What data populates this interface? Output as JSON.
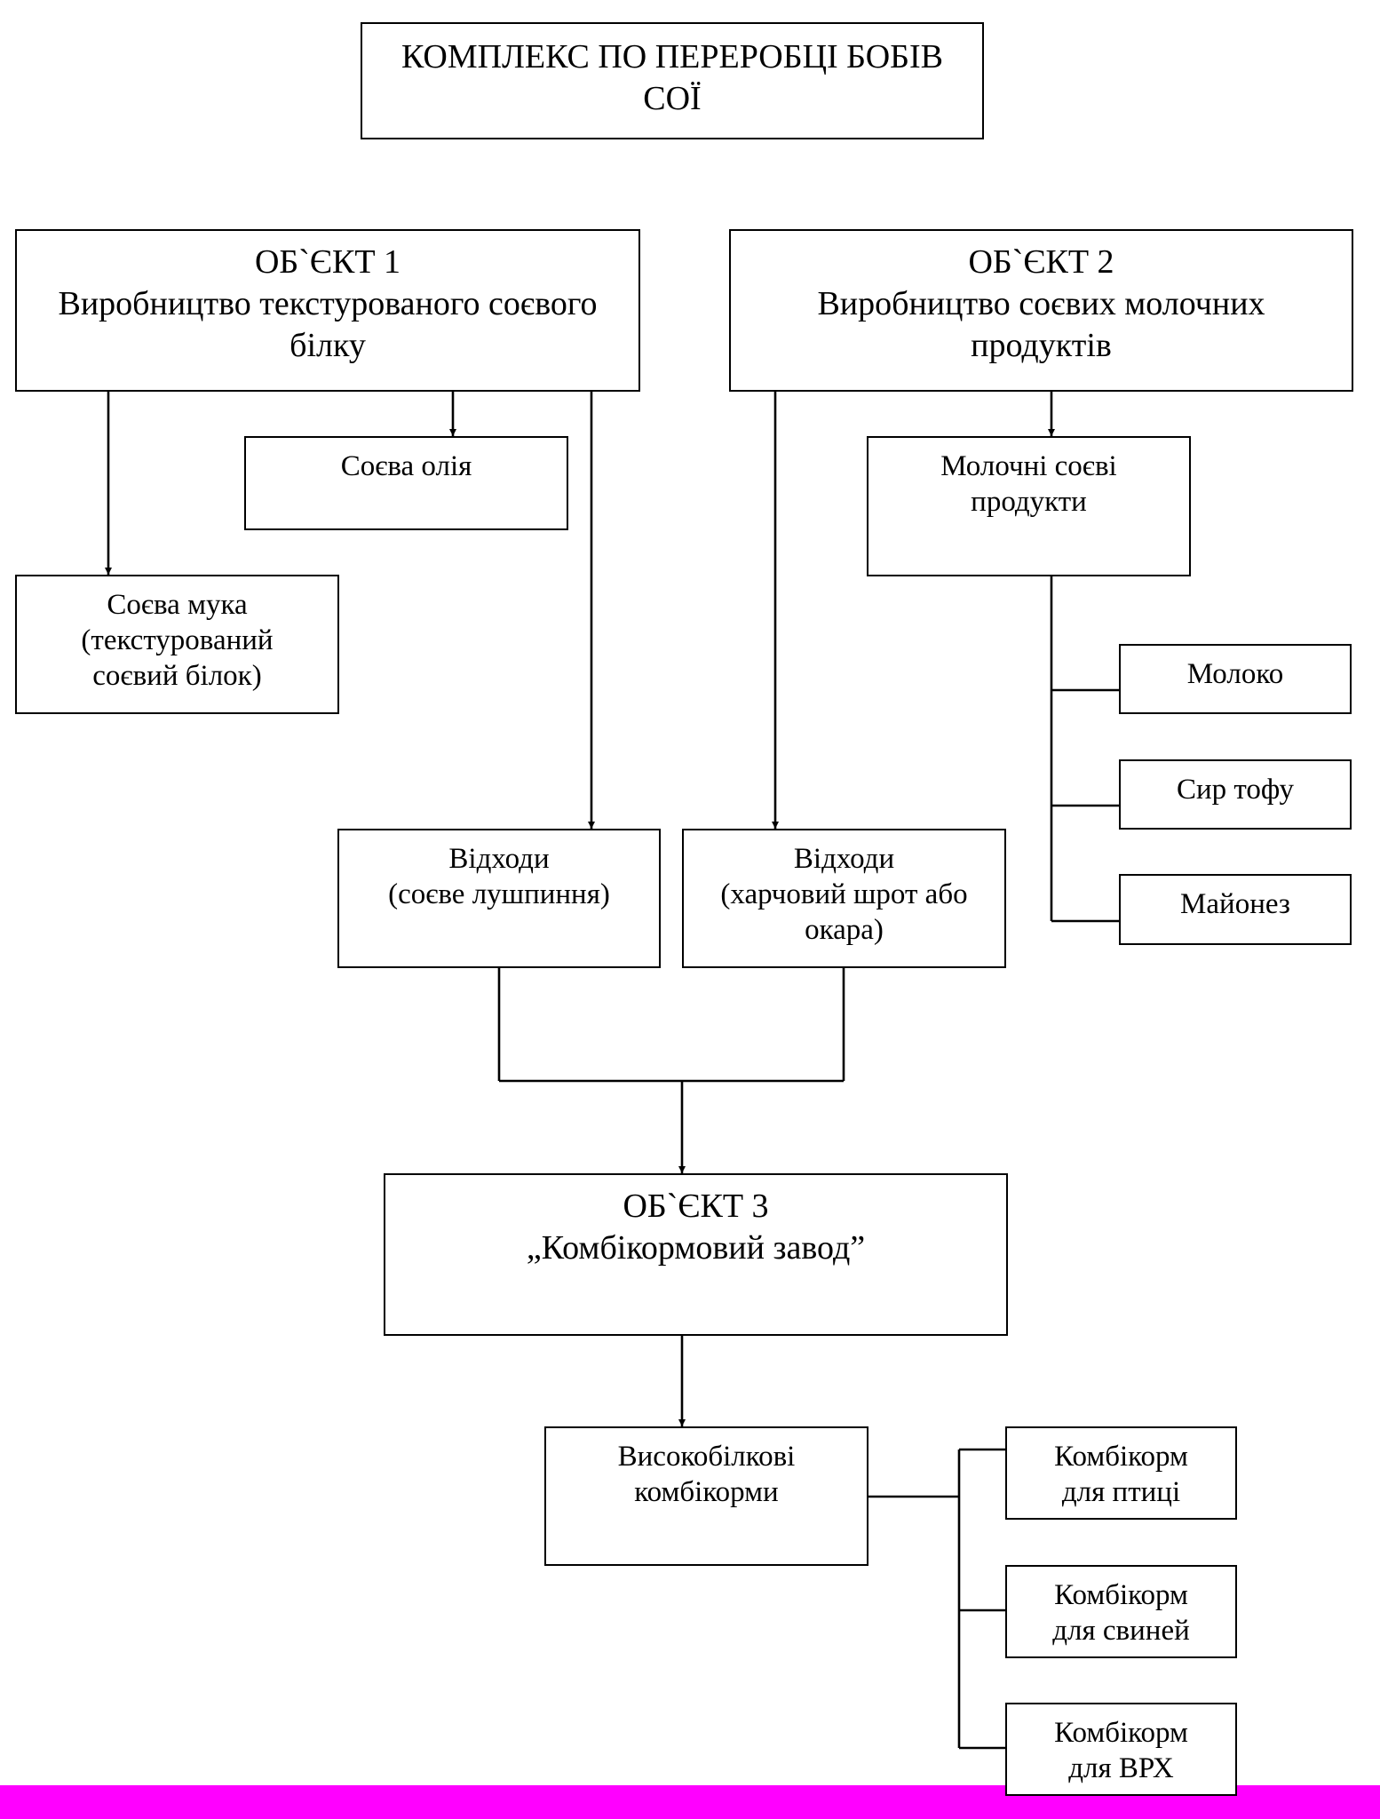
{
  "colors": {
    "line": "#000000",
    "box_fill": "#ffffff",
    "bottom_bar": "#ff00ff"
  },
  "boxes": {
    "title": [
      "КОМПЛЕКС ПО ПЕРЕРОБЦІ БОБІВ",
      "СОЇ"
    ],
    "object1": [
      "ОБ`ЄКТ 1",
      "Виробництво текстурованого соєвого",
      "білку"
    ],
    "object2": [
      "ОБ`ЄКТ 2",
      "Виробництво соєвих молочних",
      "продуктів"
    ],
    "soy_oil": [
      "Соєва олія"
    ],
    "soy_flour": [
      "Соєва мука",
      "(текстурований",
      "соєвий білок)"
    ],
    "dairy_products": [
      "Молочні соєві",
      "продукти"
    ],
    "milk": [
      "Молоко"
    ],
    "tofu": [
      "Сир тофу"
    ],
    "mayonnaise": [
      "Майонез"
    ],
    "waste1": [
      "Відходи",
      "(соєве лушпиння)"
    ],
    "waste2": [
      "Відходи",
      "(харчовий шрот або",
      "окара)"
    ],
    "object3": [
      "ОБ`ЄКТ 3",
      "„Комбікормовий завод”"
    ],
    "high_protein_feed": [
      "Високобілкові",
      "комбікорми"
    ],
    "feed_poultry": [
      "Комбікорм",
      "для птиці"
    ],
    "feed_pigs": [
      "Комбікорм",
      "для свиней"
    ],
    "feed_cattle": [
      "Комбікорм",
      "для ВРХ"
    ]
  }
}
